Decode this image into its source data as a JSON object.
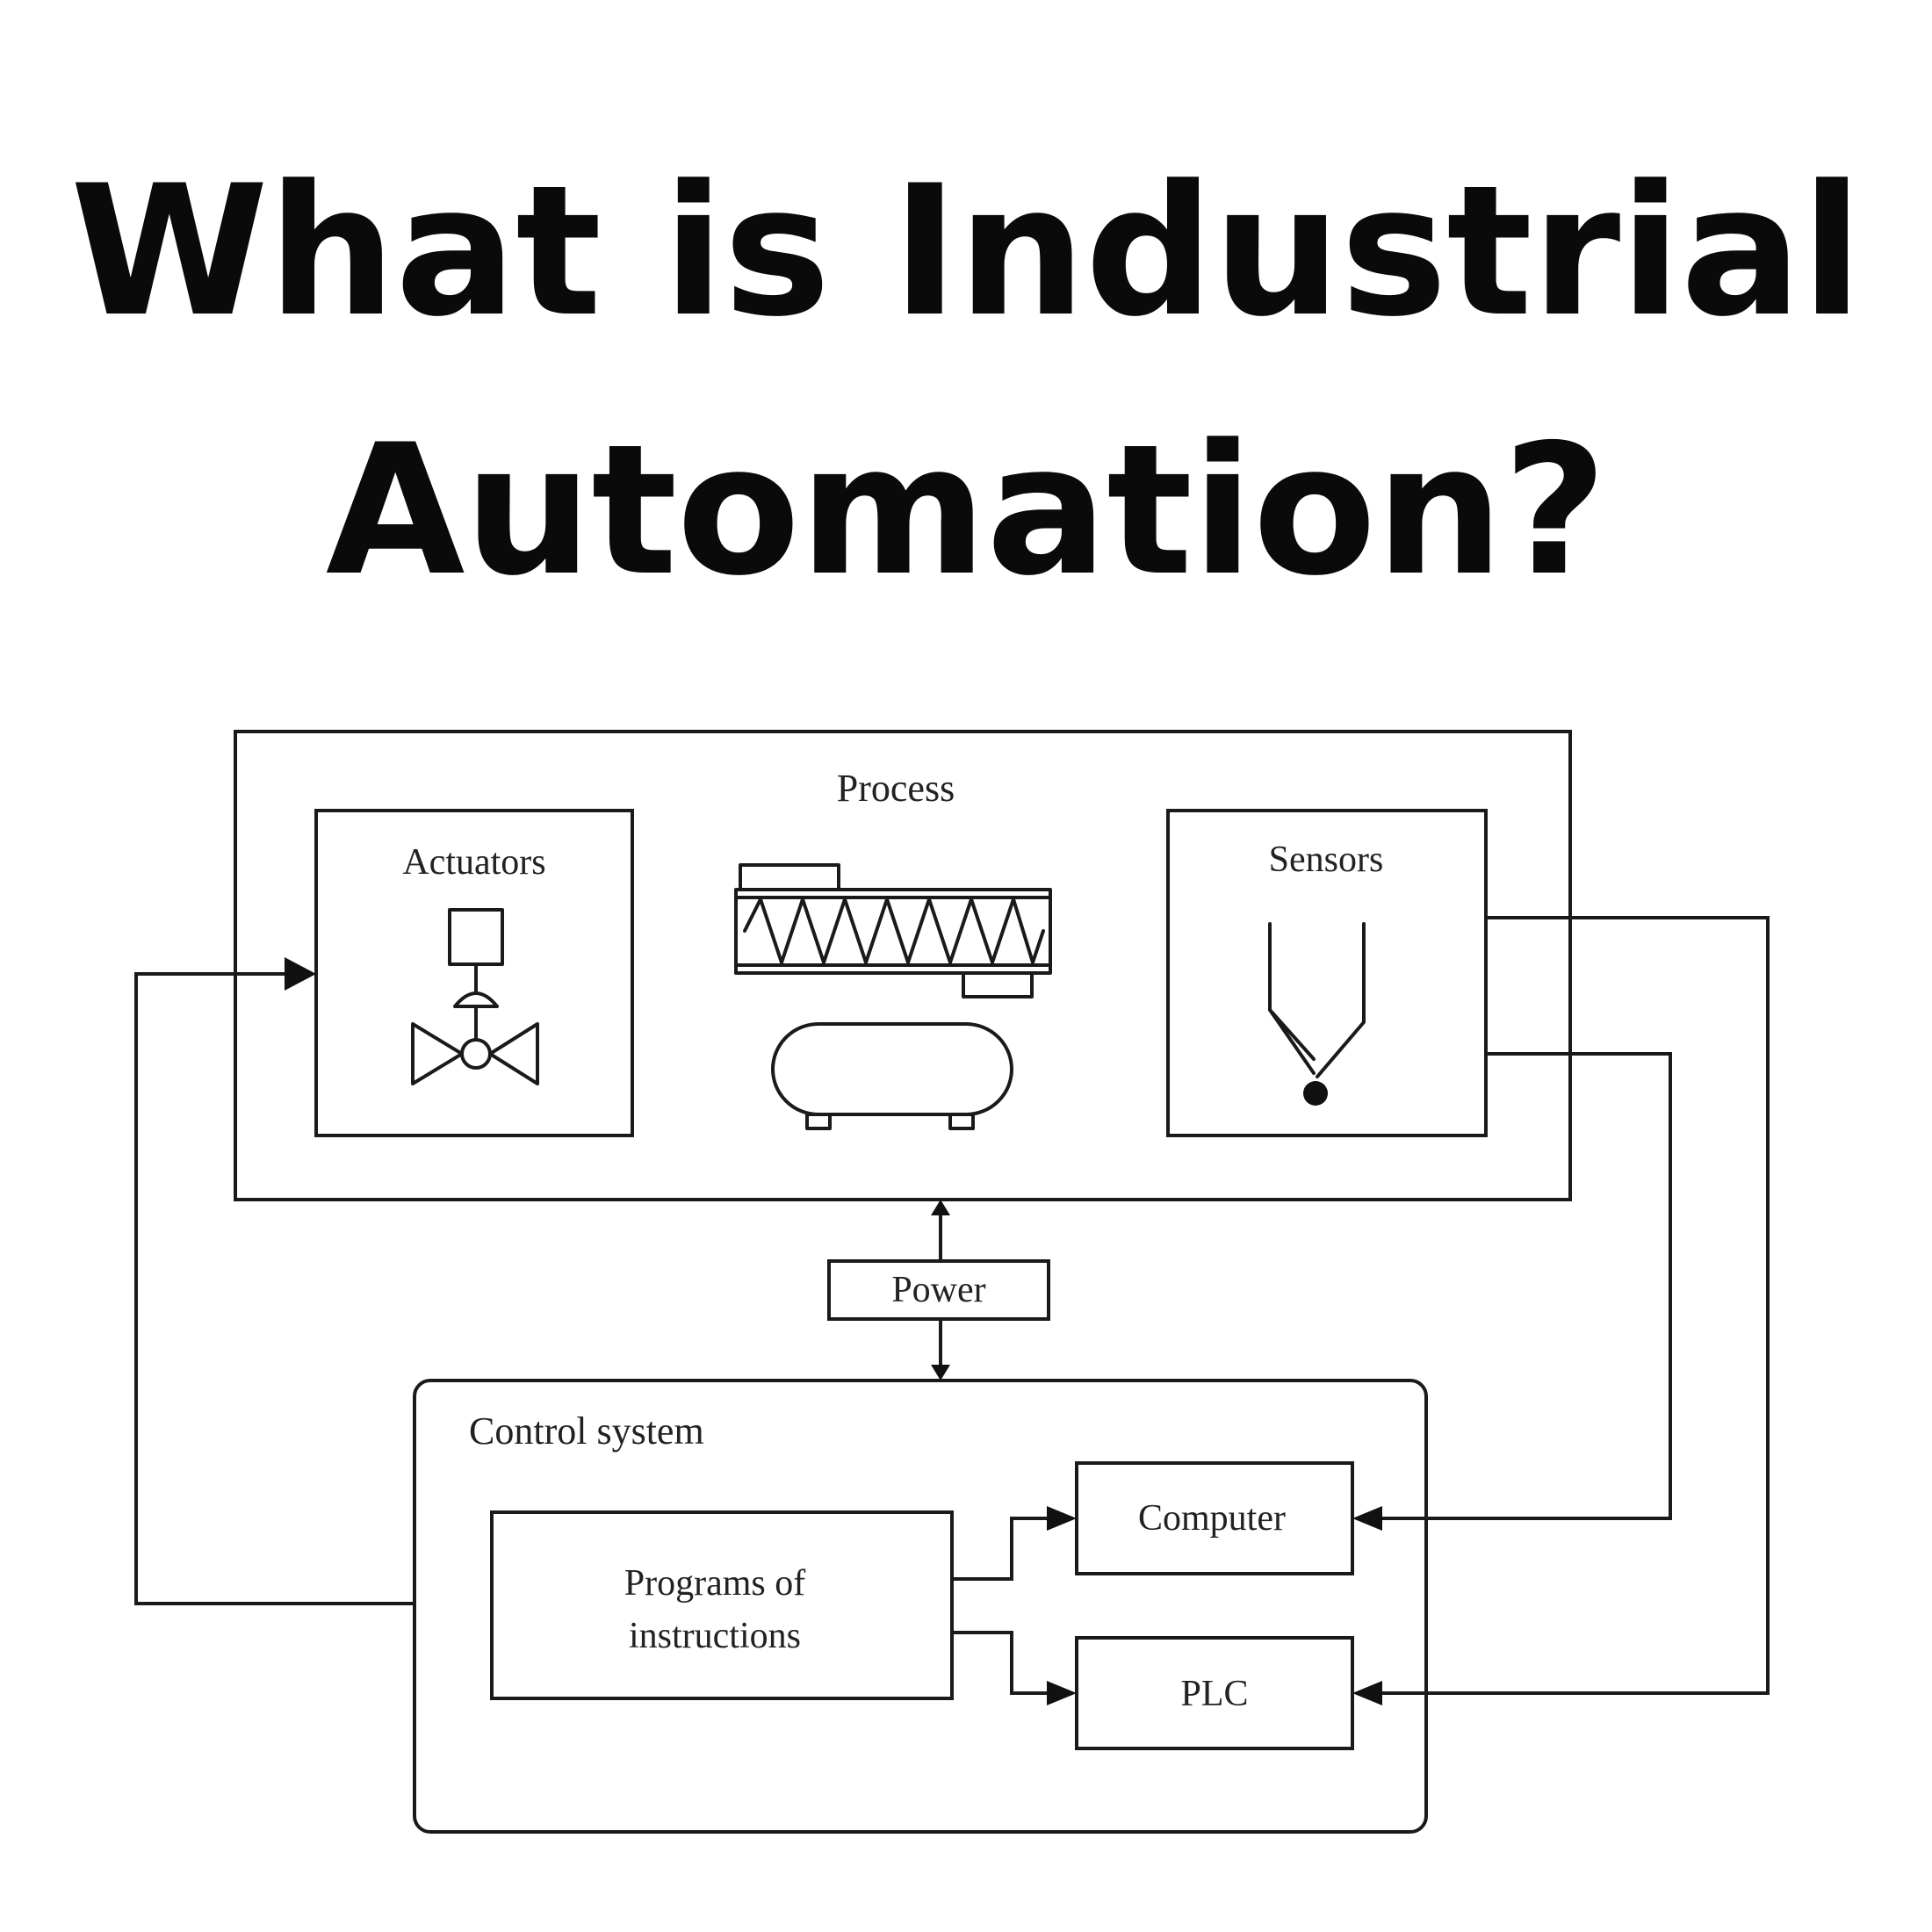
{
  "title": {
    "line1": "What is Industrial",
    "line2": "Automation?"
  },
  "diagram": {
    "process": {
      "label": "Process",
      "actuators_label": "Actuators",
      "sensors_label": "Sensors"
    },
    "power_label": "Power",
    "control_system": {
      "label": "Control system",
      "programs_line1": "Programs of",
      "programs_line2": "instructions",
      "computer_label": "Computer",
      "plc_label": "PLC"
    }
  }
}
